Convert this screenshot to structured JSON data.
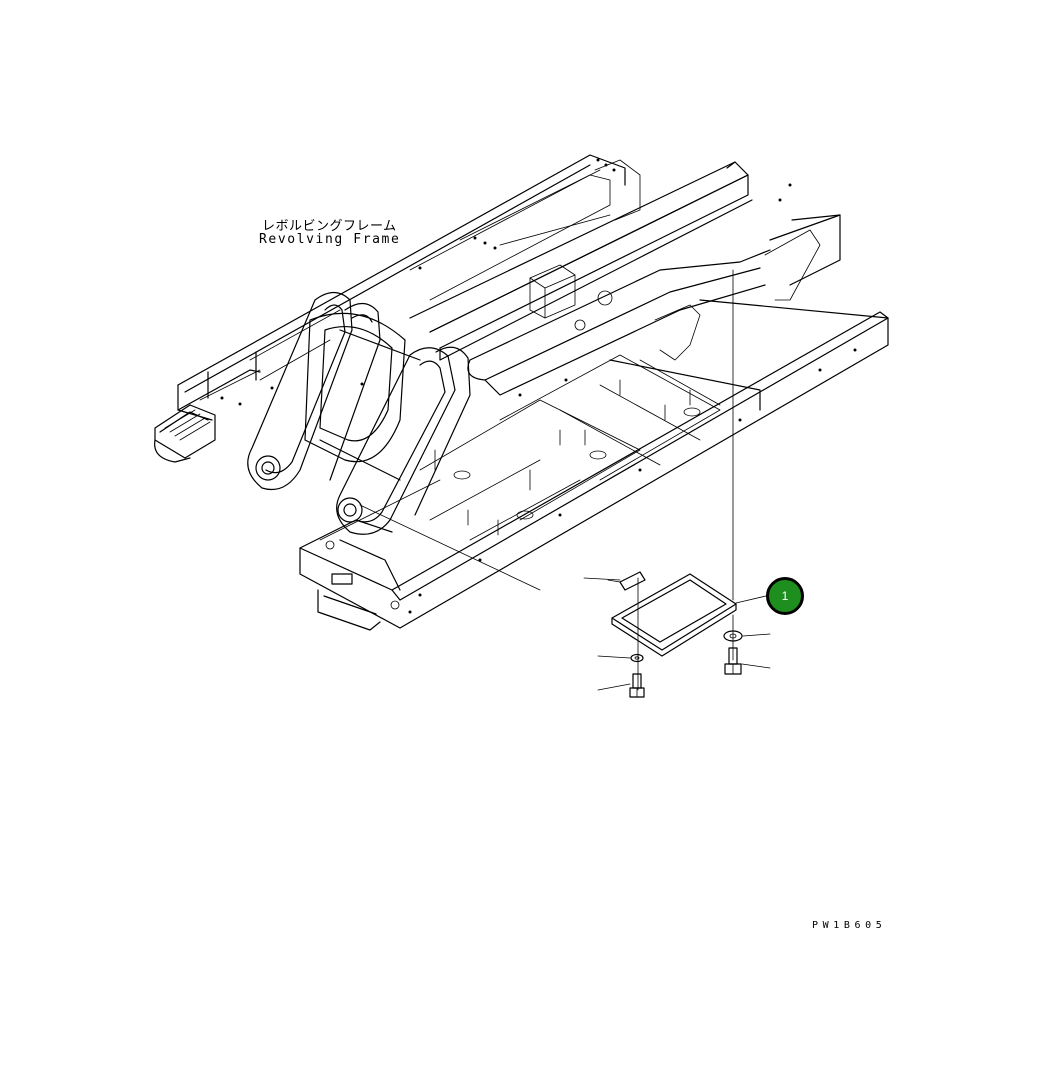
{
  "labels": {
    "frame_name_jp": "レボルビングフレーム",
    "frame_name_en": "Revolving Frame",
    "drawing_code": "PW1B605"
  },
  "callouts": [
    {
      "number": "1",
      "color": "#1e8f1e"
    }
  ]
}
